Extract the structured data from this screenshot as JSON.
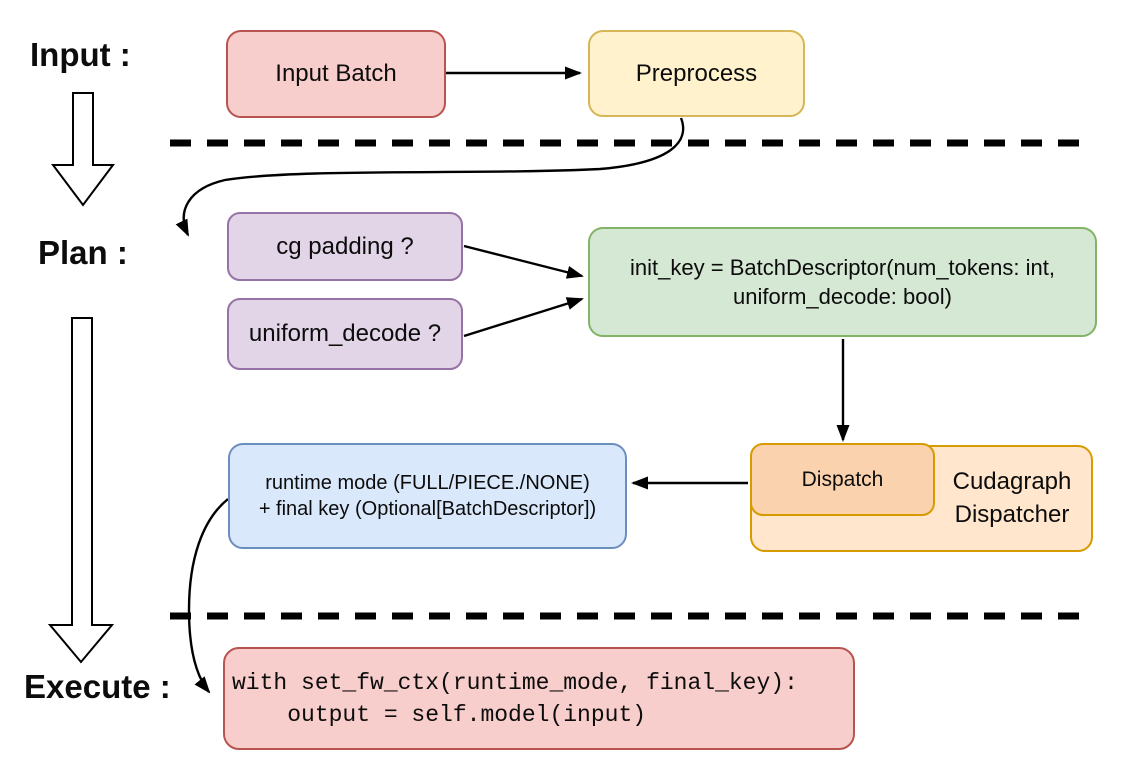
{
  "diagram": {
    "title": "Cudagraph dispatch flow (Input / Plan / Execute)",
    "phase_labels": {
      "input": "Input :",
      "plan": "Plan :",
      "execute": "Execute :"
    },
    "nodes": {
      "input_batch": {
        "label": "Input Batch",
        "fill": "#f8cecc",
        "stroke": "#b85450"
      },
      "preprocess": {
        "label": "Preprocess",
        "fill": "#fff2cc",
        "stroke": "#d6b656"
      },
      "cg_padding": {
        "label": "cg padding ?",
        "fill": "#e1d5e7",
        "stroke": "#9673a6"
      },
      "uniform_decode": {
        "label": "uniform_decode ?",
        "fill": "#e1d5e7",
        "stroke": "#9673a6"
      },
      "init_key": {
        "label": "init_key = BatchDescriptor(num_tokens: int,\nuniform_decode: bool)",
        "fill": "#d5e8d4",
        "stroke": "#82b366"
      },
      "runtime_mode": {
        "label": "runtime mode (FULL/PIECE./NONE)\n+ final key (Optional[BatchDescriptor])",
        "fill": "#dae8fc",
        "stroke": "#6c8ebf"
      },
      "dispatch": {
        "label": "Dispatch",
        "fill": "#fad2ae",
        "stroke": "#d79b00"
      },
      "cudagraph_dispatcher": {
        "label": "Cudagraph\nDispatcher",
        "fill": "#ffe6cc",
        "stroke": "#d79b00"
      },
      "execute_code": {
        "code": "with set_fw_ctx(runtime_mode, final_key):\n    output = self.model(input)",
        "fill": "#f8cecc",
        "stroke": "#b85450"
      }
    },
    "edges": [
      "input-batch -> preprocess",
      "preprocess -> cg-padding (curved)",
      "cg-padding -> init-key",
      "uniform-decode -> init-key",
      "init-key -> dispatch",
      "dispatch -> runtime-mode",
      "runtime-mode -> execute-code (curved)"
    ],
    "separators": {
      "count": 2,
      "style": "dashed",
      "color": "#000000"
    }
  }
}
